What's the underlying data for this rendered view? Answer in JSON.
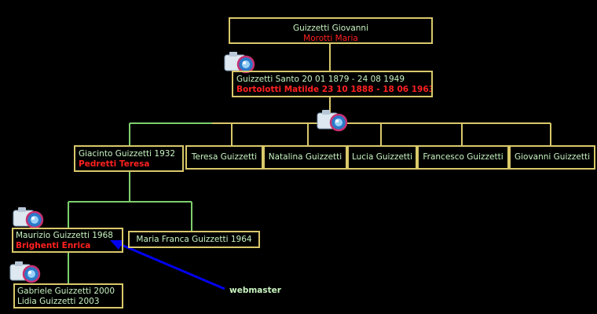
{
  "colors": {
    "box_border": "#d9c86a",
    "line_yellow": "#d9c86a",
    "line_green": "#7ecf6e",
    "name_text": "#c8f4c0",
    "spouse_text": "#ff2020",
    "arrow": "#0000ee"
  },
  "root": {
    "name": "Guizzetti Giovanni",
    "spouse": "Morotti Maria"
  },
  "santo": {
    "name": "Guizzetti Santo  20 01 1879 - 24 08 1949",
    "spouse": "Bortolotti Matilde 23 10 1888 - 18 06 1963"
  },
  "children": {
    "giacinto": {
      "name": "Giacinto Guizzetti 1932",
      "spouse": "Pedretti Teresa"
    },
    "teresa": "Teresa Guizzetti",
    "natalina": "Natalina Guizzetti",
    "lucia": "Lucia Guizzetti",
    "francesco": "Francesco Guizzetti",
    "giovanni": "Giovanni Guizzetti"
  },
  "grandchildren": {
    "maurizio": {
      "name": "Maurizio Guizzetti 1968",
      "spouse": "Brighenti Enrica"
    },
    "maria_franca": "Maria Franca Guizzetti 1964"
  },
  "great_grandchildren": {
    "line1": "Gabriele Guizzetti 2000",
    "line2": "Lidia Guizzetti 2003"
  },
  "icons": [
    "camera-icon",
    "camera-icon",
    "camera-icon",
    "camera-icon"
  ],
  "annotation": "webmaster"
}
